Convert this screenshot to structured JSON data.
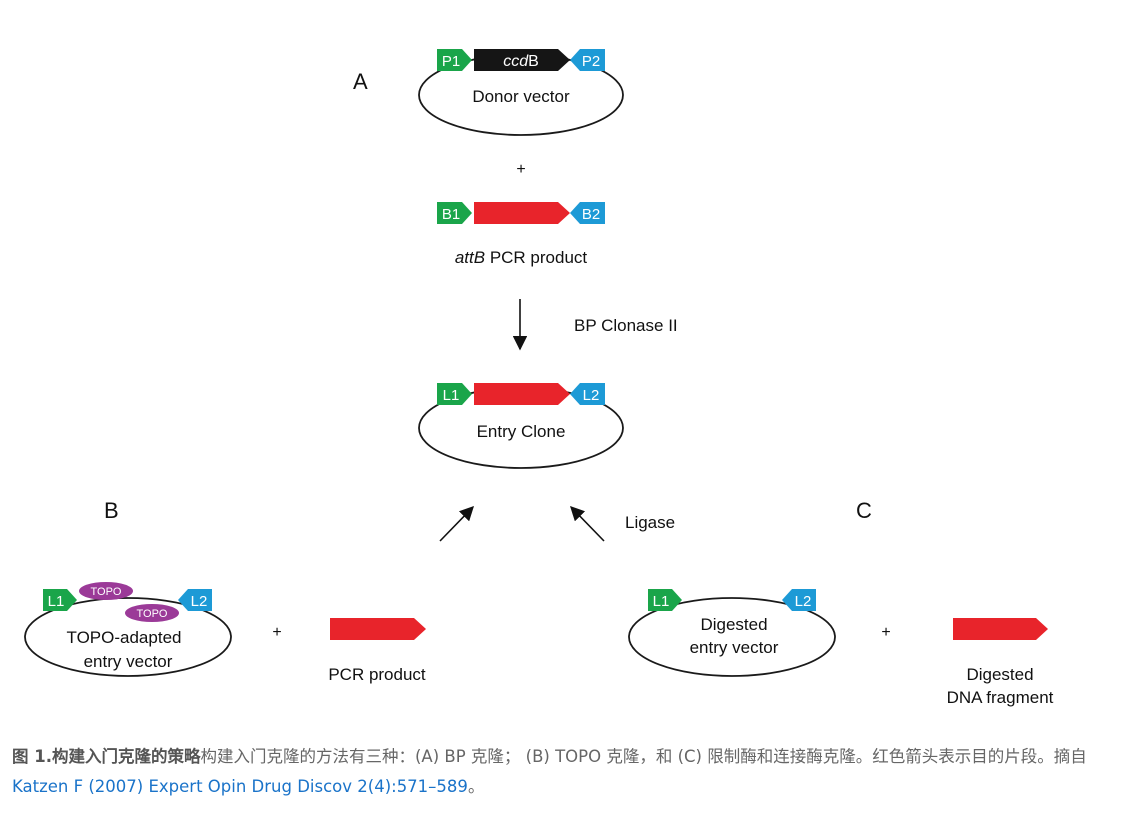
{
  "panels": {
    "a": "A",
    "b": "B",
    "c": "C"
  },
  "donor": {
    "left_site": "P1",
    "gene_prefix": "ccd",
    "gene_suffix": "B",
    "right_site": "P2",
    "label": "Donor vector"
  },
  "plus_symbol": "+",
  "attb": {
    "left_site": "B1",
    "right_site": "B2",
    "label_italic": "attB",
    "label_rest": " PCR product"
  },
  "reaction": {
    "label": "BP Clonase II"
  },
  "entry_clone": {
    "left_site": "L1",
    "right_site": "L2",
    "label": "Entry Clone"
  },
  "ligase": {
    "label": "Ligase"
  },
  "topo_vector": {
    "left_site": "L1",
    "right_site": "L2",
    "topo_label": "TOPO",
    "label_line1": "TOPO-adapted",
    "label_line2": "entry vector"
  },
  "pcr_product": {
    "label": "PCR product"
  },
  "digested_vector": {
    "left_site": "L1",
    "right_site": "L2",
    "label_line1": "Digested",
    "label_line2": "entry vector"
  },
  "digested_fragment": {
    "label_line1": "Digested",
    "label_line2": "DNA fragment"
  },
  "colors": {
    "site_green": "#1aa54a",
    "site_blue": "#1d9ad6",
    "gene_red": "#e8242b",
    "ccdb_black": "#151515",
    "topo_purple": "#9b3a98"
  },
  "caption": {
    "title": "图 1.构建入门克隆的策略",
    "text": "构建入门克隆的方法有三种：(A) BP 克隆； (B) TOPO 克隆，和 (C) 限制酶和连接酶克隆。红色箭头表示目的片段。摘自 ",
    "link": "Katzen F (2007) Expert Opin Drug Discov 2(4):571–589",
    "end": "。"
  }
}
